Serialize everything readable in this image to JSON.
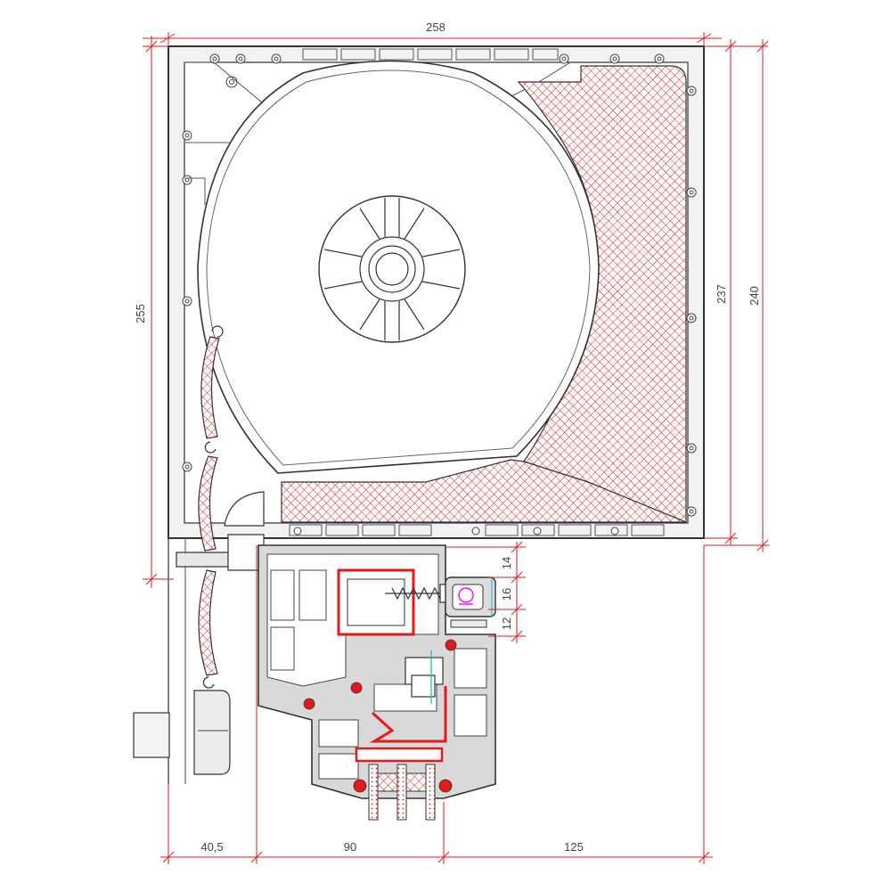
{
  "dimensions": {
    "top_width": "258",
    "left_height": "255",
    "right_inner_height": "237",
    "right_outer_height": "240",
    "bottom_left": "40,5",
    "bottom_middle": "90",
    "bottom_right": "125",
    "detail_top": "14",
    "detail_middle": "16",
    "detail_bottom": "12"
  },
  "colors": {
    "dimension_line": "#e31a1a",
    "outline": "#333333",
    "profile_fill": "#d9d9d9",
    "insulation_hatch": "#e31a1a",
    "accent": "#ff00ff"
  }
}
